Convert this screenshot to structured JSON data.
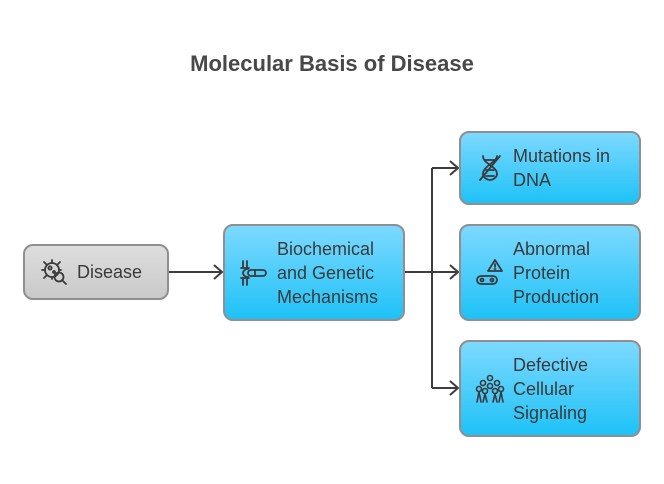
{
  "title": "Molecular Basis of Disease",
  "colors": {
    "root_fill": "#d4d4d4",
    "node_fill": "#3fcaf8",
    "border": "#8f8f8f",
    "text": "#3a3a3a",
    "connector": "#3d3d3d"
  },
  "nodes": {
    "disease": {
      "label": "Disease",
      "icon": "bacteria-search-icon"
    },
    "mechanisms": {
      "label": "Biochemical\nand Genetic\nMechanisms",
      "icon": "enzyme-mechanism-icon"
    },
    "mutations": {
      "label": "Mutations in\nDNA",
      "icon": "dna-crossed-icon"
    },
    "protein": {
      "label": "Abnormal\nProtein\nProduction",
      "icon": "conveyor-warning-icon"
    },
    "signaling": {
      "label": "Defective\nCellular\nSignaling",
      "icon": "cell-network-icon"
    }
  },
  "edges": [
    {
      "from": "disease",
      "to": "mechanisms"
    },
    {
      "from": "mechanisms",
      "to": "mutations"
    },
    {
      "from": "mechanisms",
      "to": "protein"
    },
    {
      "from": "mechanisms",
      "to": "signaling"
    }
  ]
}
